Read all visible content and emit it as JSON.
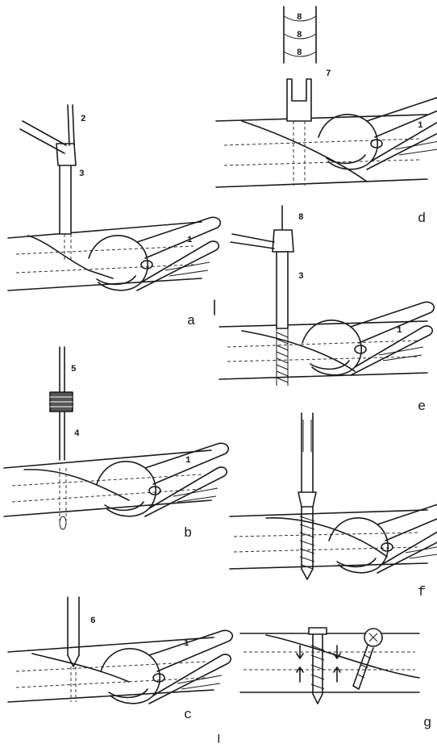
{
  "panels": [
    {
      "id": "a",
      "letter": "a",
      "labels": [
        "2",
        "3",
        "1"
      ]
    },
    {
      "id": "b",
      "letter": "b",
      "labels": [
        "5",
        "4",
        "1"
      ]
    },
    {
      "id": "c",
      "letter": "c",
      "labels": [
        "6",
        "1"
      ]
    },
    {
      "id": "d",
      "letter": "d",
      "labels": [
        "7",
        "1"
      ]
    },
    {
      "id": "e",
      "letter": "e",
      "labels": [
        "8",
        "3",
        "1"
      ]
    },
    {
      "id": "f",
      "letter": "f",
      "labels": []
    },
    {
      "id": "g",
      "letter": "g",
      "labels": []
    }
  ],
  "drill_gauge_marks": [
    "8",
    "8",
    "8"
  ],
  "footer_mark": "|"
}
